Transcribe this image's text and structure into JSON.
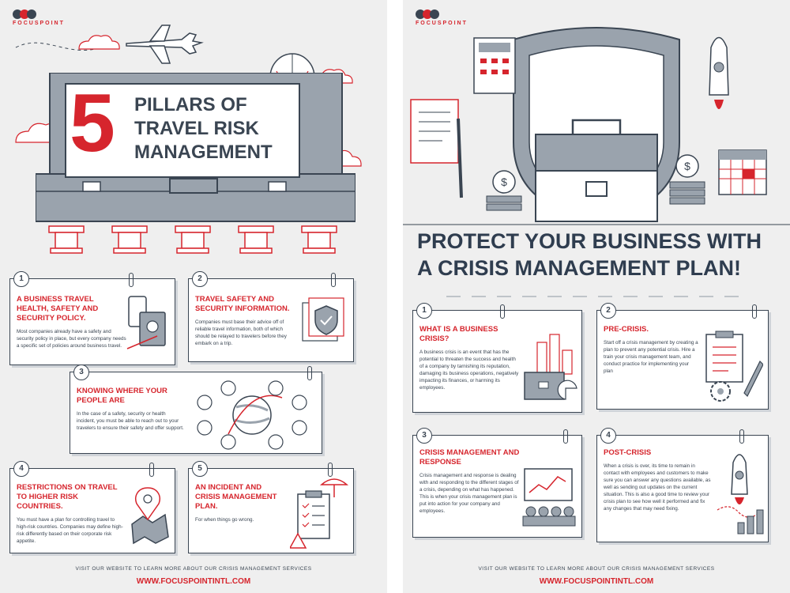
{
  "brand": {
    "logo_text": "FOCUSPOINT",
    "red": "#d6252d",
    "navy": "#3a4552",
    "grey": "#8f98a3"
  },
  "left": {
    "title_number": "5",
    "title_lines": [
      "PILLARS OF",
      "TRAVEL RISK",
      "MANAGEMENT"
    ],
    "cards": [
      {
        "num": "1",
        "title": "A BUSINESS TRAVEL HEALTH, SAFETY AND SECURITY POLICY.",
        "text": "Most companies already have a safety and security policy in place, but every company needs a specific set of policies around business travel.",
        "icon": "passport-phone-icon"
      },
      {
        "num": "2",
        "title": "TRAVEL SAFETY AND SECURITY INFORMATION.",
        "text": "Companies must base their advice off of reliable travel information, both of which should be relayed to travelers before they embark on a trip.",
        "icon": "shield-check-icon"
      },
      {
        "num": "3",
        "title": "KNOWING WHERE YOUR PEOPLE ARE",
        "text": "In the case of a safety, security or health incident, you must be able to reach out to your travelers to ensure their safety and offer support.",
        "icon": "globe-people-icon"
      },
      {
        "num": "4",
        "title": "RESTRICTIONS ON TRAVEL TO HIGHER RISK COUNTRIES.",
        "text": "You must have a plan for controlling travel to high-risk countries. Companies may define high-risk differently based on their corporate risk appetite.",
        "icon": "map-pin-icon"
      },
      {
        "num": "5",
        "title": "AN INCIDENT AND CRISIS MANAGEMENT PLAN.",
        "text": "For when things go wrong.",
        "icon": "checklist-umbrella-icon"
      }
    ],
    "footer_note": "VISIT OUR WEBSITE TO LEARN MORE ABOUT OUR CRISIS MANAGEMENT SERVICES",
    "footer_url": "WWW.FOCUSPOINTINTL.COM"
  },
  "right": {
    "title_lines": [
      "PROTECT YOUR BUSINESS WITH",
      "A CRISIS MANAGEMENT PLAN!"
    ],
    "cards": [
      {
        "num": "1",
        "title": "WHAT IS A BUSINESS CRISIS?",
        "text": "A business crisis is an event that has the potential to threaten the success and health of a company by tarnishing its reputation, damaging its business operations, negatively impacting its finances, or harming its employees.",
        "icon": "briefcase-chart-icon"
      },
      {
        "num": "2",
        "title": "PRE-CRISIS.",
        "text": "Start off a crisis management by creating a plan to prevent any potential crisis. Hire a train your crisis management team, and conduct practice for implementing your plan",
        "icon": "clipboard-gear-icon"
      },
      {
        "num": "3",
        "title": "CRISIS MANAGEMENT AND RESPONSE",
        "text": "Crisis management and response is dealing with and responding to the different stages of a crisis, depending on what has happened. This is when your crisis management plan is put into action for your company and employees.",
        "icon": "presentation-icon"
      },
      {
        "num": "4",
        "title": "POST-CRISIS",
        "text": "When a crisis is over, its time to remain in contact with employees and customers to make sure you can answer any questions available, as well as sending out updates on the current situation. This is also a good time to review your crisis plan to see how well it performed and fix any changes that may need fixing.",
        "icon": "rocket-growth-icon"
      }
    ],
    "footer_note": "VISIT OUR WEBSITE TO LEARN MORE ABOUT OUR CRISIS MANAGEMENT SERVICES",
    "footer_url": "WWW.FOCUSPOINTINTL.COM"
  }
}
